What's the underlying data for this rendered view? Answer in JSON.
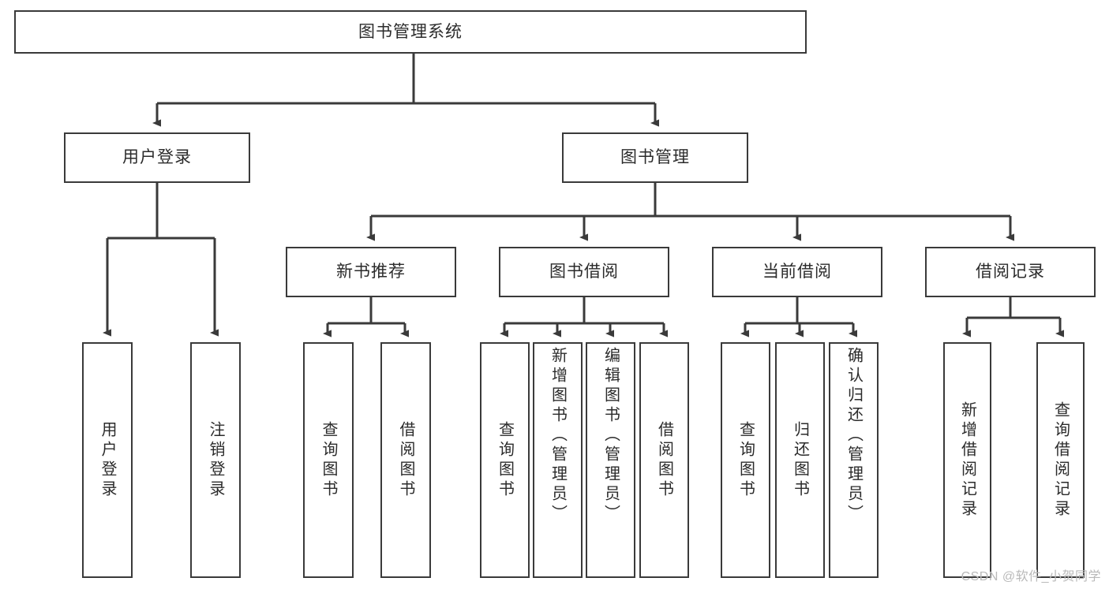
{
  "diagram": {
    "type": "tree-hierarchy",
    "title": "图书管理系统",
    "root": {
      "id": "root",
      "label": "图书管理系统"
    },
    "level2": [
      {
        "id": "user-login",
        "label": "用户登录"
      },
      {
        "id": "book-management",
        "label": "图书管理"
      }
    ],
    "level3": [
      {
        "id": "new-book-recommend",
        "label": "新书推荐",
        "parent": "book-management"
      },
      {
        "id": "book-borrow",
        "label": "图书借阅",
        "parent": "book-management"
      },
      {
        "id": "current-borrow",
        "label": "当前借阅",
        "parent": "book-management"
      },
      {
        "id": "borrow-record",
        "label": "借阅记录",
        "parent": "book-management"
      }
    ],
    "leaves": [
      {
        "id": "leaf-user-login",
        "label": "用户登录",
        "parent": "user-login",
        "align": "center"
      },
      {
        "id": "leaf-logout-login",
        "label": "注销登录",
        "parent": "user-login",
        "align": "center"
      },
      {
        "id": "leaf-query-book-1",
        "label": "查询图书",
        "parent": "new-book-recommend",
        "align": "center"
      },
      {
        "id": "leaf-borrow-book-1",
        "label": "借阅图书",
        "parent": "new-book-recommend",
        "align": "center"
      },
      {
        "id": "leaf-query-book-2",
        "label": "查询图书",
        "parent": "book-borrow",
        "align": "center"
      },
      {
        "id": "leaf-add-book",
        "label": "新增图书（管理员）",
        "parent": "book-borrow",
        "align": "top"
      },
      {
        "id": "leaf-edit-book",
        "label": "编辑图书（管理员）",
        "parent": "book-borrow",
        "align": "top"
      },
      {
        "id": "leaf-borrow-book-2",
        "label": "借阅图书",
        "parent": "book-borrow",
        "align": "center"
      },
      {
        "id": "leaf-query-book-3",
        "label": "查询图书",
        "parent": "current-borrow",
        "align": "center"
      },
      {
        "id": "leaf-return-book",
        "label": "归还图书",
        "parent": "current-borrow",
        "align": "center"
      },
      {
        "id": "leaf-confirm-return",
        "label": "确认归还（管理员）",
        "parent": "current-borrow",
        "align": "top"
      },
      {
        "id": "leaf-add-record",
        "label": "新增借阅记录",
        "parent": "borrow-record",
        "align": "center"
      },
      {
        "id": "leaf-query-record",
        "label": "查询借阅记录",
        "parent": "borrow-record",
        "align": "center"
      }
    ],
    "colors": {
      "stroke": "#3a3a3a",
      "background": "#ffffff",
      "text": "#2b2b2b",
      "watermark": "#b9b9b9"
    }
  },
  "watermark": {
    "text": "CSDN @软件_小贺同学"
  }
}
